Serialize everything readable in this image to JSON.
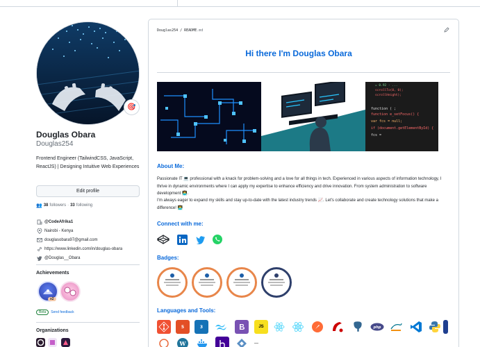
{
  "profile": {
    "name": "Douglas Obara",
    "login": "Douglas254",
    "bio": "Frontend Engineer (TailwindCSS, JavaScript, ReactJS) | Designing Intuitive Web Experiences",
    "edit_label": "Edit profile",
    "followers_count": "38",
    "followers_label": "followers",
    "separator": "·",
    "following_count": "33",
    "following_label": "following",
    "status_emoji": "🎯",
    "details": {
      "org": "@CodeAfrika1",
      "location": "Nairobi - Kenya",
      "email": "douglasobara97@gmail.com",
      "linkedin": "https://www.linkedin.com/in/douglas-obara",
      "twitter": "@Douglas__Obara"
    }
  },
  "achievements": {
    "title": "Achievements",
    "multiplier": "x2",
    "beta_label": "Beta",
    "feedback_label": "Send feedback"
  },
  "organizations": {
    "title": "Organizations"
  },
  "readme": {
    "path_user": "Douglas254",
    "path_sep": "/",
    "path_file": "README",
    "path_ext": ".md",
    "heading": "Hi there I'm Douglas Obara",
    "about_title": "About Me:",
    "about_p1": "Passionate IT 💻 professional with a knack for problem-solving and a love for all things in tech. Experienced in various aspects of information technology, I thrive in dynamic environments where I can apply my expertise to enhance efficiency and drive innovation. From system administration to software development 👩‍💻.",
    "about_p2": "I'm always eager to expand my skills and stay up-to-date with the latest industry trends 📈. Let's collaborate and create technology solutions that make a difference! 👨‍💻",
    "connect_title": "Connect with me:",
    "badges_title": "Badges:",
    "tools_title": "Languages and Tools:",
    "code_lines": [
      "function ( ;",
      "function e_setFocus() {",
      "var fcs = null;",
      "if (document.getElementById) {",
      "fcs ="
    ],
    "code_top": [
      "= 0.92 - ...",
      "scrollTo(0, 0);",
      "scrollHeight);"
    ],
    "tool_labels": [
      "JS"
    ]
  },
  "colors": {
    "link": "#0969da",
    "border": "#d0d7de",
    "muted": "#656d76"
  }
}
